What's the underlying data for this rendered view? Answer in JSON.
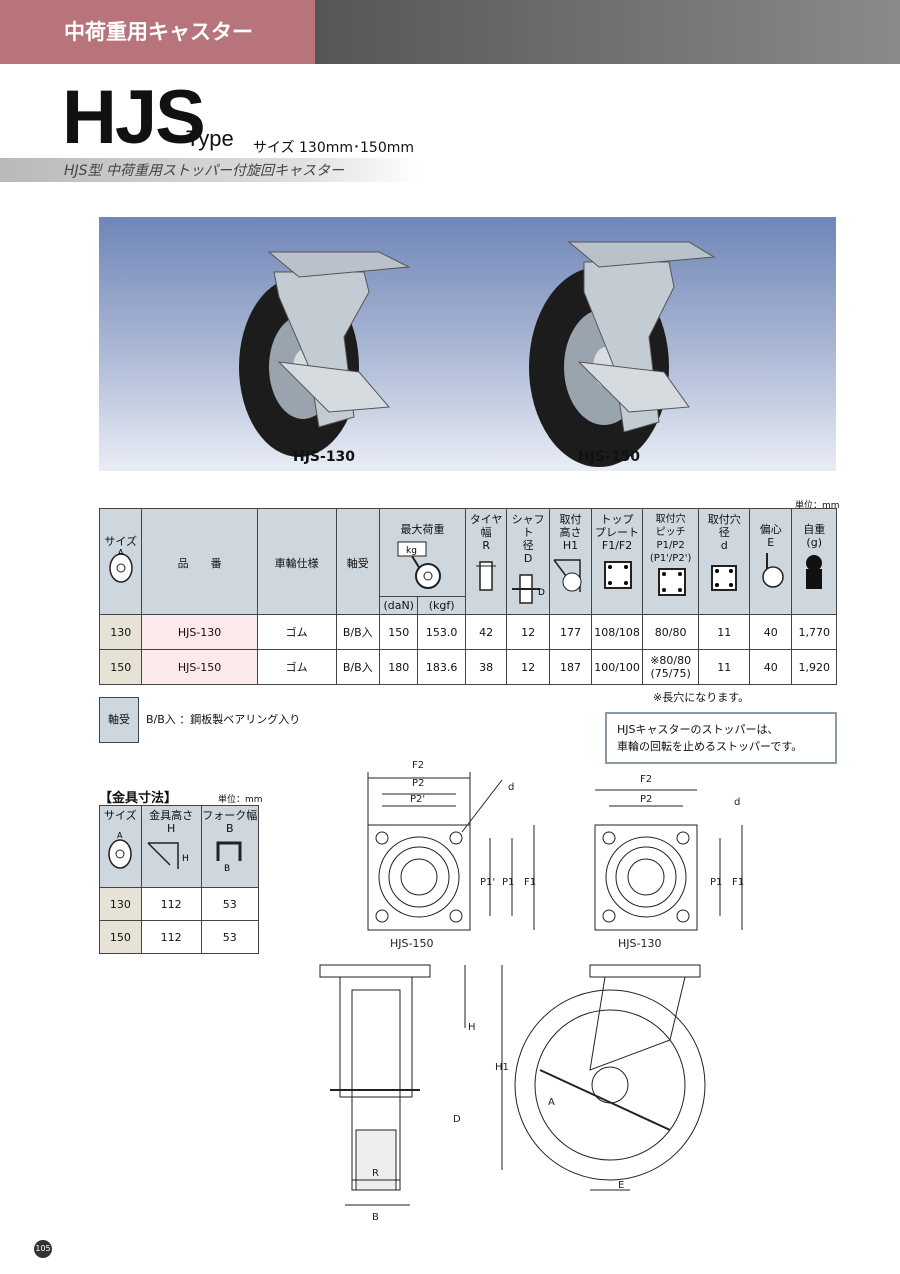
{
  "header": {
    "category": "中荷重用キャスター"
  },
  "title": {
    "model": "HJS",
    "type": "Type",
    "size": "サイズ 130mm･150mm",
    "subtitle": "HJS型 中荷重用ストッパー付旋回キャスター"
  },
  "photos": [
    {
      "label": "HJS-130"
    },
    {
      "label": "HJS-150"
    }
  ],
  "spec_unit": "単位：mm",
  "spec_headers": {
    "size": "サイズ",
    "part": "品　　番",
    "wheel": "車輪仕様",
    "bearing": "軸受",
    "load": "最大荷重",
    "load_dan": "(daN)",
    "load_kgf": "(kgf)",
    "load_icon": "kg",
    "tire": "タイヤ\n幅\nR",
    "shaft": "シャフト\n径\nD",
    "height": "取付\n高さ\nH1",
    "plate": "トップ\nプレート\nF1/F2",
    "pitch": "取付穴\nピッチ\nP1/P2\n(P1'/P2')",
    "hole": "取付穴\n径\nd",
    "offset": "偏心\nE",
    "weight": "自重\n(g)"
  },
  "spec_rows": [
    {
      "size": "130",
      "part": "HJS-130",
      "wheel": "ゴム",
      "bearing": "B/B入",
      "dan": "150",
      "kgf": "153.0",
      "r": "42",
      "d": "12",
      "h1": "177",
      "plate": "108/108",
      "pitch": "80/80",
      "hole": "11",
      "e": "40",
      "weight": "1,770"
    },
    {
      "size": "150",
      "part": "HJS-150",
      "wheel": "ゴム",
      "bearing": "B/B入",
      "dan": "180",
      "kgf": "183.6",
      "r": "38",
      "d": "12",
      "h1": "187",
      "plate": "100/100",
      "pitch": "※80/80\n(75/75)",
      "hole": "11",
      "e": "40",
      "weight": "1,920"
    }
  ],
  "spec_note": "※長穴になります。",
  "bearing_box": {
    "label": "軸受",
    "text": "B/B入 ：鋼板製ベアリング入り"
  },
  "info_box": {
    "line1": "HJSキャスターのストッパーは、",
    "line2": "車輪の回転を止めるストッパーです。"
  },
  "fittings": {
    "title": "【金具寸法】",
    "unit": "単位：mm",
    "headers": {
      "size": "サイズ",
      "h": "金具高さ\nH",
      "b": "フォーク幅\nB"
    },
    "rows": [
      {
        "size": "130",
        "h": "112",
        "b": "53"
      },
      {
        "size": "150",
        "h": "112",
        "b": "53"
      }
    ]
  },
  "drawings": {
    "label150": "HJS-150",
    "label130": "HJS-130",
    "F2": "F2",
    "P2": "P2",
    "P2p": "P2'",
    "P1": "P1",
    "P1p": "P1'",
    "F1": "F1",
    "d": "d",
    "H": "H",
    "H1": "H1",
    "D": "D",
    "R": "R",
    "B": "B",
    "A": "A",
    "E": "E"
  },
  "page_number": "105"
}
